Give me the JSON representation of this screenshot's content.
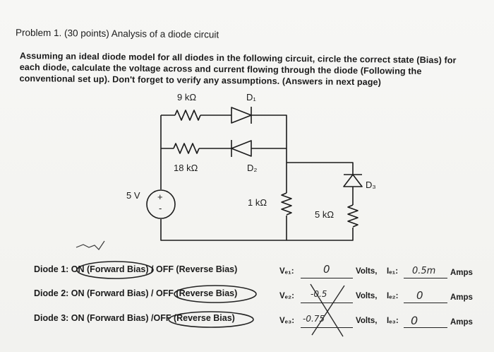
{
  "problem": {
    "title": "Problem 1. (30 points) Analysis of a diode circuit",
    "lines": [
      "Assuming an ideal diode model for all diodes in the following circuit, circle the correct state (Bias) for",
      "each diode, calculate the voltage across and current flowing through the diode (Following the",
      "conventional set up). Don't forget to verify any assumptions. (Answers in next page)"
    ]
  },
  "circuit": {
    "r1": "9 kΩ",
    "r2": "18 kΩ",
    "r3": "1 kΩ",
    "r4": "5 kΩ",
    "d1": "D₁",
    "d2": "D₂",
    "d3": "D₃",
    "source": "5 V",
    "plus": "+",
    "minus": "-"
  },
  "answers": {
    "rows": [
      {
        "label": "Diode 1:",
        "on": "ON (Forward Bias)",
        "sep": " / ",
        "off": "OFF (Reverse Bias)",
        "circled": "on",
        "v_label": "Vₑ₁:",
        "v_value": "0",
        "volts": "Volts,",
        "i_label": "Iₑ₁:",
        "i_value": "0.5m",
        "amps": "Amps"
      },
      {
        "label": "Diode 2:",
        "on": "ON (Forward Bias)",
        "sep": " / ",
        "off": "OFF (Reverse Bias)",
        "circled": "off",
        "v_label": "Vₑ₂:",
        "v_value": "-0.5",
        "volts": "Volts,",
        "i_label": "Iₑ₂:",
        "i_value": "0",
        "amps": "Amps"
      },
      {
        "label": "Diode 3:",
        "on": "ON (Forward Bias)",
        "sep": " /",
        "off": "OFF (Reverse Bias)",
        "circled": "off",
        "v_label": "Vₑ₃:",
        "v_value": "-0.75",
        "volts": "Volts,",
        "i_label": "Iₑ₃:",
        "i_value": "0",
        "amps": "Amps"
      }
    ]
  },
  "colors": {
    "ink": "#1b1b1b",
    "pencil": "#2a2a2a",
    "paper": "#f4f4f2"
  }
}
